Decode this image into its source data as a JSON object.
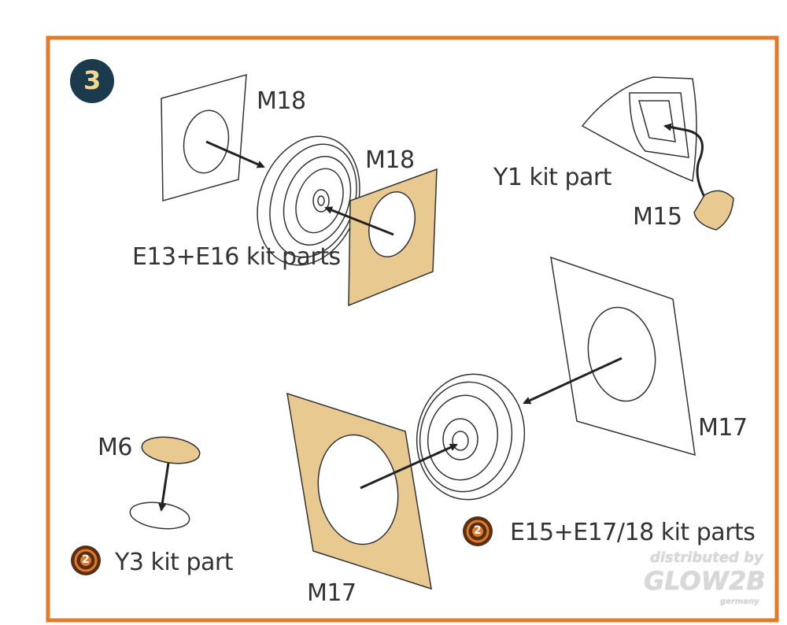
{
  "step": {
    "number": "3"
  },
  "labels": {
    "m18_left": "M18",
    "m18_right": "M18",
    "e13_e16": "E13+E16 kit parts",
    "y1": "Y1 kit part",
    "m15": "M15",
    "m17_right": "M17",
    "m17_bottom": "M17",
    "m6": "M6",
    "y3": "Y3 kit part",
    "e15_e17_18": "E15+E17/18 kit parts"
  },
  "badges": {
    "repeat_step": "2"
  },
  "watermark": {
    "line1": "distributed by",
    "line2": "GLOW2B",
    "line3": "germany"
  },
  "colors": {
    "frame": "#e07b2a",
    "mask": "#e8c98f",
    "step_badge": "#1b3a4b",
    "step_text": "#f0d890",
    "line": "#222222"
  }
}
